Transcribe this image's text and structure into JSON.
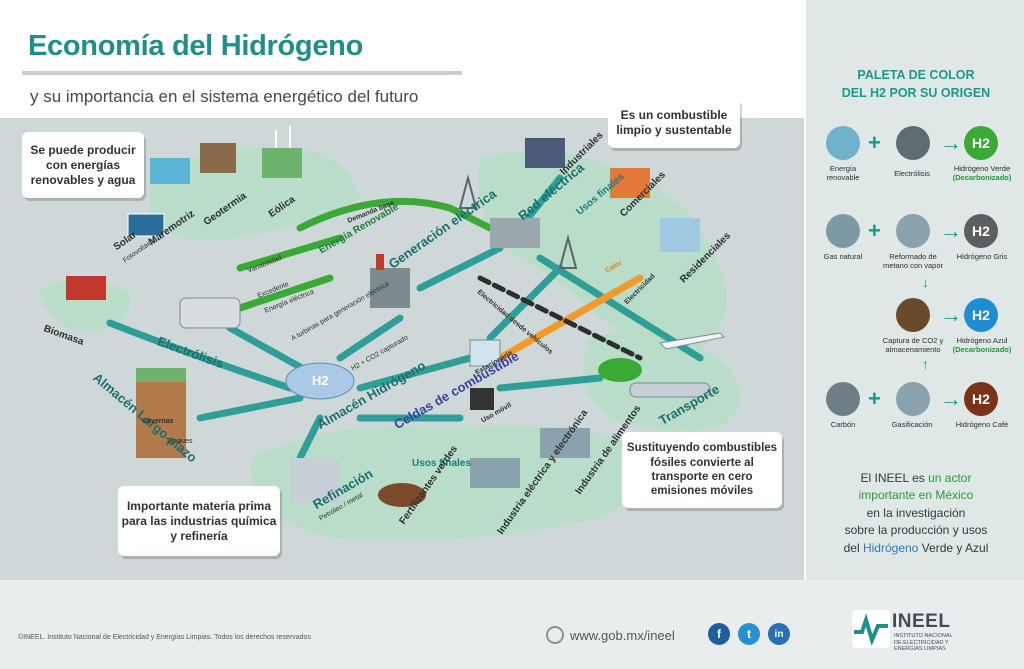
{
  "header": {
    "title": "Economía del Hidrógeno",
    "subtitle": "y su importancia en el sistema energético del futuro"
  },
  "callouts": {
    "renewables": "Se puede producir con energías renovables y agua",
    "clean": "Es un combustible limpio y sustentable",
    "feedstock": "Importante materia prima para las industrias química y refinería",
    "transport": "Sustituyendo combustibles fósiles convierte al transporte en cero emisiones móviles"
  },
  "labels": {
    "solar": "Solar",
    "solar_sub": "Fotovoltaica",
    "maremotriz": "Maremotriz",
    "geotermia": "Geotermia",
    "eolica": "Eólica",
    "biomasa": "Biomasa",
    "demanda_base": "Demanda base",
    "energia_renovable": "Energía Renovable",
    "variabilidad": "Variabilidad",
    "excedente": "Excedente",
    "energia_electrica": "Energía eléctrica",
    "electrolisis": "Electrólisis",
    "almacen_largo": "Almacén Largo plazo",
    "cavernas": "Cavernas",
    "tanques": "Tanques",
    "a_turbinas": "A turbinas para generación eléctrica",
    "h2_co2": "H2 + CO2 capturado",
    "generacion": "Generación eléctrica",
    "red": "Red eléctrica",
    "usos_finales_top": "Usos finales",
    "industriales": "Industriales",
    "comerciales": "Comerciales",
    "residenciales": "Residenciales",
    "calor": "Calor",
    "electricidad": "Electricidad",
    "electricidad_vehiculos": "Electricidad desde vehículos",
    "estacionaria": "Estacionaria",
    "uso_movil": "Uso móvil",
    "celdas": "Celdas de combustible",
    "almacen_h2": "Almacén Hidrógeno",
    "transporte": "Transporte",
    "usos_finales_bottom": "Usos finales",
    "refinacion": "Refinación",
    "refinacion_sub": "Petróleo / metal",
    "fertilizantes": "Fertilizantes verdes",
    "ind_electrica": "Industria eléctrica y electrónica",
    "ind_alimentos": "Industria de alimentos",
    "h2_tank": "H2"
  },
  "palette": {
    "title_line1": "PALETA DE COLOR",
    "title_line2": "DEL H2 POR SU ORIGEN",
    "rows": [
      {
        "input": "Energía renovable",
        "process": "Electrólisis",
        "result": "Hidrógeno Verde",
        "note": "(Decarbonizado)",
        "color": "#3aa935"
      },
      {
        "input": "Gas natural",
        "process": "Reformado de metano con vapor",
        "result": "Hidrógeno Gris",
        "note": "",
        "color": "#5b5f61"
      },
      {
        "input": "",
        "process": "Captura de CO2 y almacenamiento",
        "result": "Hidrógeno Azul",
        "note": "(Decarbonizado)",
        "color": "#1f8ed0"
      },
      {
        "input": "Carbón",
        "process": "Gasificación",
        "result": "Hidrógeno Café",
        "note": "",
        "color": "#7a3219"
      }
    ],
    "h2_symbol": "H2"
  },
  "side_text": {
    "l1a": "El INEEL es ",
    "l1b": "un actor",
    "l2": "importante en México",
    "l3": "en la investigación",
    "l4": "sobre la producción y usos",
    "l5a": "del ",
    "l5b": "Hidrógeno",
    "l5c": " Verde y Azul"
  },
  "footer": {
    "copyright": "©INEEL. Instituto Nacional de Electricidad y Energías Limpias. Todos los derechos reservados",
    "url": "www.gob.mx/ineel",
    "facebook": "f",
    "twitter": "t",
    "linkedin": "in",
    "logo": "INEEL",
    "logo_sub_1": "INSTITUTO NACIONAL",
    "logo_sub_2": "DE ELECTRICIDAD Y",
    "logo_sub_3": "ENERGÍAS LIMPIAS"
  },
  "colors": {
    "teal": "#1f8f8a",
    "arrow_teal": "#2f9e97",
    "arrow_green": "#3aa935",
    "arrow_orange": "#f39a2b",
    "blob": "#b9ddc9"
  }
}
